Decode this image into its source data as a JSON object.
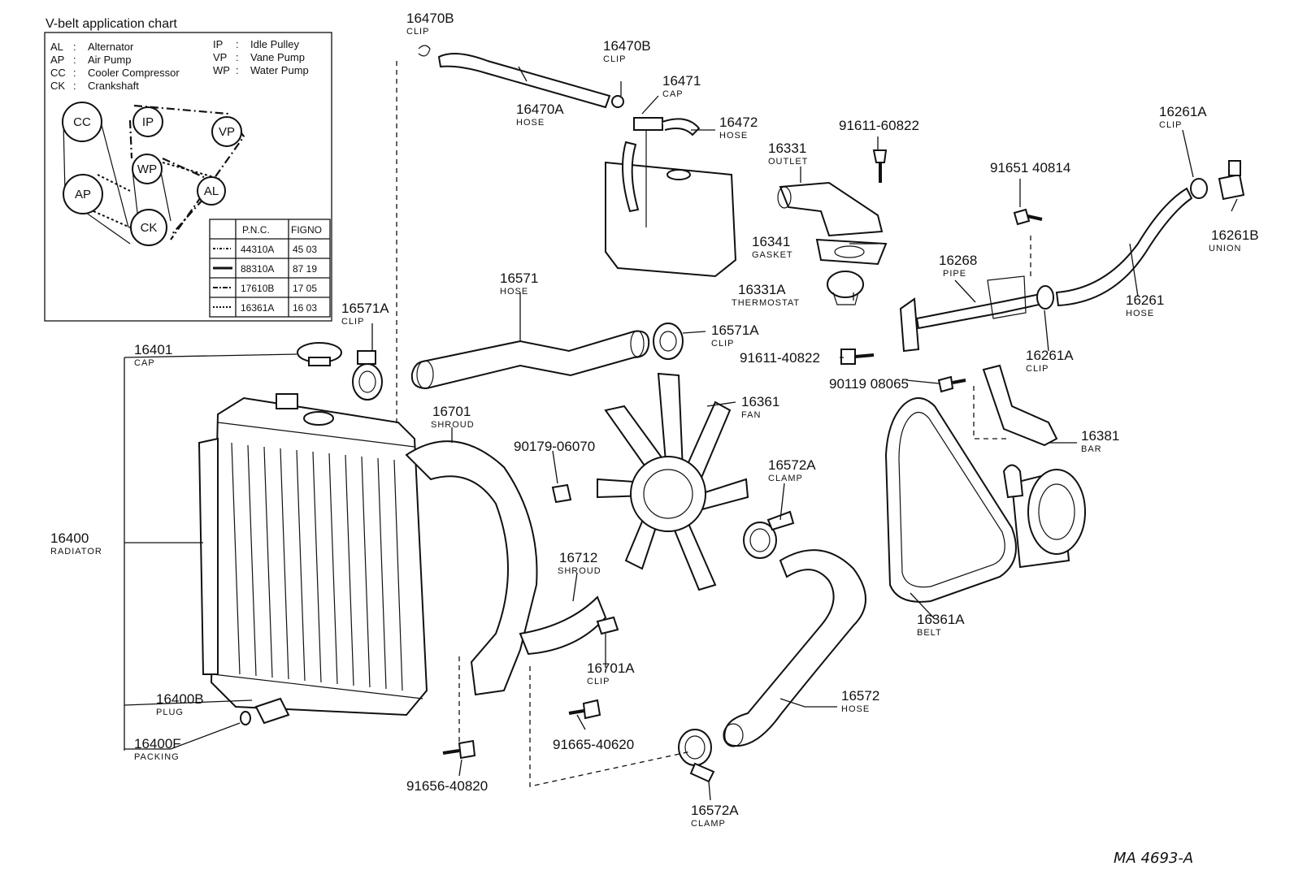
{
  "legend": {
    "title": "V-belt application chart",
    "abbrev_left": [
      {
        "code": "AL",
        "sep": ":",
        "name": "Alternator"
      },
      {
        "code": "AP",
        "sep": ":",
        "name": "Air Pump"
      },
      {
        "code": "CC",
        "sep": ":",
        "name": "Cooler Compressor"
      },
      {
        "code": "CK",
        "sep": ":",
        "name": "Crankshaft"
      }
    ],
    "abbrev_right": [
      {
        "code": "IP",
        "sep": ":",
        "name": "Idle Pulley"
      },
      {
        "code": "VP",
        "sep": ":",
        "name": "Vane Pump"
      },
      {
        "code": "WP",
        "sep": ":",
        "name": "Water Pump"
      }
    ],
    "pulleys": {
      "cc": "CC",
      "ip": "IP",
      "vp": "VP",
      "wp": "WP",
      "ap": "AP",
      "al": "AL",
      "ck": "CK"
    },
    "table": {
      "headers": [
        "P.N.C.",
        "FIGNO"
      ],
      "rows": [
        {
          "pnc": "44310A",
          "fig": "45 03"
        },
        {
          "pnc": "88310A",
          "fig": "87 19"
        },
        {
          "pnc": "17610B",
          "fig": "17 05"
        },
        {
          "pnc": "16361A",
          "fig": "16 03"
        }
      ]
    }
  },
  "parts": {
    "p16470b_a": {
      "number": "16470B",
      "name": "CLIP"
    },
    "p16470b_b": {
      "number": "16470B",
      "name": "CLIP"
    },
    "p16471": {
      "number": "16471",
      "name": "CAP"
    },
    "p16470a": {
      "number": "16470A",
      "name": "HOSE"
    },
    "p16472": {
      "number": "16472",
      "name": "HOSE"
    },
    "p91611_60822": {
      "number": "91611-60822"
    },
    "p16331": {
      "number": "16331",
      "name": "OUTLET"
    },
    "p16261a_a": {
      "number": "16261A",
      "name": "CLIP"
    },
    "p91651_40814": {
      "number": "91651 40814"
    },
    "p16261b": {
      "number": "16261B",
      "name": "UNION"
    },
    "p16341": {
      "number": "16341",
      "name": "GASKET"
    },
    "p16268": {
      "number": "16268",
      "name": "PIPE"
    },
    "p16331a": {
      "number": "16331A",
      "name": "THERMOSTAT"
    },
    "p16261": {
      "number": "16261",
      "name": "HOSE"
    },
    "p16571": {
      "number": "16571",
      "name": "HOSE"
    },
    "p16571a_a": {
      "number": "16571A",
      "name": "CLIP"
    },
    "p16571a_b": {
      "number": "16571A",
      "name": "CLIP"
    },
    "p91611_40822": {
      "number": "91611-40822"
    },
    "p16261a_b": {
      "number": "16261A",
      "name": "CLIP"
    },
    "p16401": {
      "number": "16401",
      "name": "CAP"
    },
    "p90119_08065": {
      "number": "90119 08065"
    },
    "p16361": {
      "number": "16361",
      "name": "FAN"
    },
    "p16701": {
      "number": "16701",
      "name": "SHROUD"
    },
    "p16381": {
      "number": "16381",
      "name": "BAR"
    },
    "p90179_06070": {
      "number": "90179-06070"
    },
    "p16572a_a": {
      "number": "16572A",
      "name": "CLAMP"
    },
    "p16400": {
      "number": "16400",
      "name": "RADIATOR"
    },
    "p16712": {
      "number": "16712",
      "name": "SHROUD"
    },
    "p16361a": {
      "number": "16361A",
      "name": "BELT"
    },
    "p16701a": {
      "number": "16701A",
      "name": "CLIP"
    },
    "p16572": {
      "number": "16572",
      "name": "HOSE"
    },
    "p16400b": {
      "number": "16400B",
      "name": "PLUG"
    },
    "p91665_40620": {
      "number": "91665-40620"
    },
    "p16400f": {
      "number": "16400F",
      "name": "PACKING"
    },
    "p91656_40820": {
      "number": "91656-40820"
    },
    "p16572a_b": {
      "number": "16572A",
      "name": "CLAMP"
    }
  },
  "reference": "MA 4693-A"
}
